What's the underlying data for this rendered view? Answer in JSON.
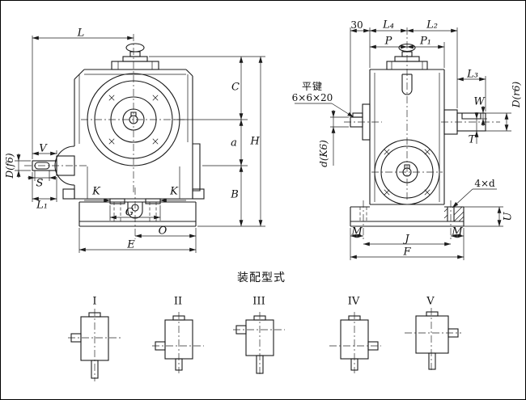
{
  "ink": "#1b1b1b",
  "front": {
    "L": "L",
    "C": "C",
    "a": "a",
    "B": "B",
    "H": "H",
    "V": "V",
    "Df6": "D(f6)",
    "S": "S",
    "L1": "L₁",
    "K1": "K",
    "K2": "K",
    "G": "G",
    "O": "O",
    "E": "E"
  },
  "side": {
    "n30": "30",
    "L4": "L₄",
    "L2": "L₂",
    "P": "P",
    "P1": "P₁",
    "L3": "L₃",
    "W": "W",
    "Dr6": "D(r6)",
    "T": "T",
    "key_name": "平键",
    "key_size": "6×6×20",
    "dK6": "d(K6)",
    "holes": "4×d",
    "U": "U",
    "M1": "M",
    "M2": "M",
    "J": "J",
    "F": "F"
  },
  "assembly": {
    "title": "装配型式",
    "types": [
      "I",
      "II",
      "III",
      "IV",
      "V"
    ]
  }
}
